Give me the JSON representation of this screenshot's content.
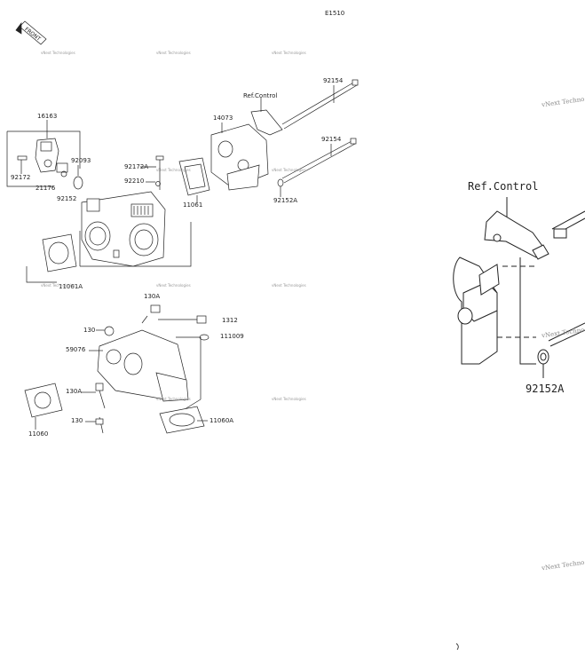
{
  "diagram": {
    "code": "E1510",
    "front_badge": "FRONT",
    "watermark": "vNext Technologies",
    "watermark_short": "vNext Techno",
    "part_numbers": {
      "p16163": "16163",
      "p92172": "92172",
      "p21176": "21176",
      "p92152": "92152",
      "p92093": "92093",
      "p92172A": "92172A",
      "p92210": "92210",
      "p14073": "14073",
      "p92154_top": "92154",
      "p92154_mid": "92154",
      "p11061": "11061",
      "p92152A": "92152A",
      "p11061A": "11061A",
      "p130A_top": "130A",
      "p130_top": "130",
      "p1312": "1312",
      "p111009": "111009",
      "p59076": "59076",
      "p130A_mid": "130A",
      "p130_bot": "130",
      "p11060": "11060",
      "p11060A": "11060A"
    },
    "ref_control": "Ref.Control",
    "zoom": {
      "ref_control": "Ref.Control",
      "part": "92152A"
    }
  }
}
